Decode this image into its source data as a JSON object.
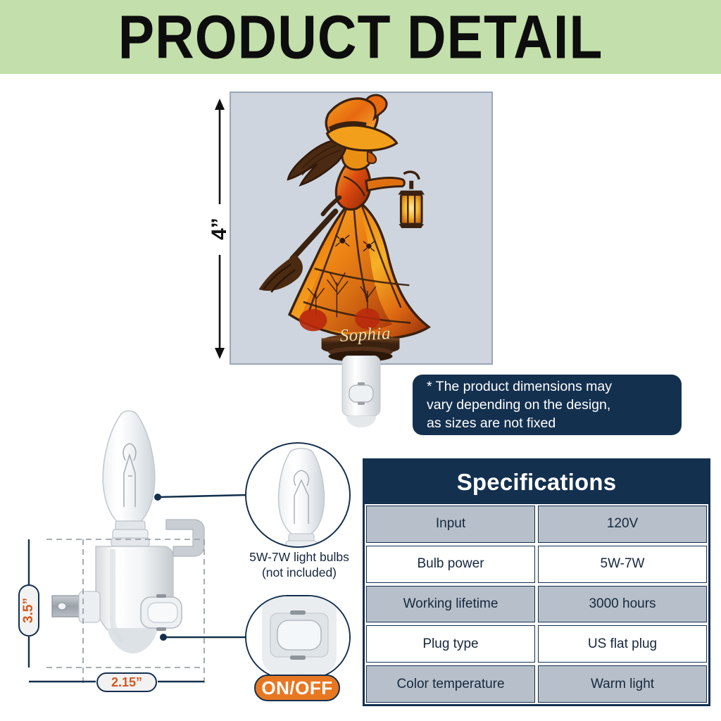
{
  "header": {
    "title": "PRODUCT DETAIL",
    "band_color": "#c3dfab"
  },
  "product": {
    "frame_bg": "#ced5de",
    "personalized_name": "Sophia",
    "description": "Stained-glass style witch with lantern night light",
    "height_dimension": "4”"
  },
  "note": {
    "text": "* The product dimensions may\nvary depending on the design,\nas sizes are not fixed",
    "bg_color": "#14304f"
  },
  "specifications": {
    "title": "Specifications",
    "rows": [
      {
        "label": "Input",
        "value": "120V"
      },
      {
        "label": "Bulb power",
        "value": "5W-7W"
      },
      {
        "label": "Working lifetime",
        "value": "3000 hours"
      },
      {
        "label": "Plug type",
        "value": "US flat plug"
      },
      {
        "label": "Color temperature",
        "value": "Warm light"
      }
    ],
    "header_color": "#14304f",
    "shade_color": "#b7c0ca"
  },
  "nightlight": {
    "height_dimension": "3.5”",
    "width_dimension": "2.15”",
    "bulb_caption": "5W-7W light bulbs\n(not included)",
    "switch_badge": "ON/OFF",
    "badge_color": "#e87722"
  }
}
